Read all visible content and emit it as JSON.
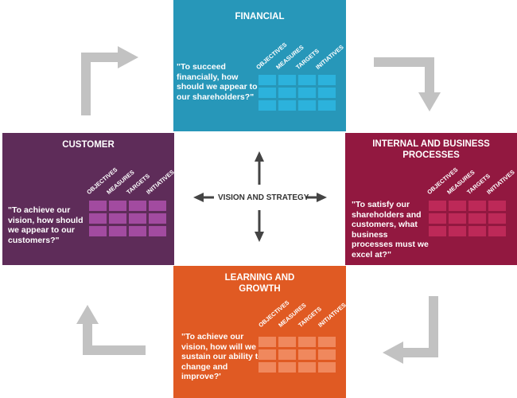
{
  "colors": {
    "financial": "#2797b9",
    "financial_cell": "#2cb2dc",
    "customer": "#5e2c59",
    "customer_cell": "#a24ba0",
    "internal": "#921840",
    "internal_cell": "#bd2958",
    "learning": "#e05a23",
    "learning_cell": "#f0885d",
    "center_bg": "#ffffff",
    "flow_arrow": "#c2c2c2",
    "center_arrow": "#444444"
  },
  "column_headers": [
    "OBJECTIVES",
    "MEASURES",
    "TARGETS",
    "INITIATIVES"
  ],
  "center": {
    "label": "VISION AND STRATEGY"
  },
  "financial": {
    "title": "FINANCIAL",
    "question": "\"To succeed financially, how should we appear to our shareholders?\""
  },
  "customer": {
    "title": "CUSTOMER",
    "question": "\"To achieve our vision, how should we appear to our customers?\""
  },
  "internal": {
    "title": "INTERNAL AND BUSINESS PROCESSES",
    "question": "\"To satisfy our shareholders and customers, what business processes must we excel at?\""
  },
  "learning": {
    "title": "LEARNING AND GROWTH",
    "question": "\"To achieve our vision, how will we sustain our ability to change and improve?'"
  }
}
